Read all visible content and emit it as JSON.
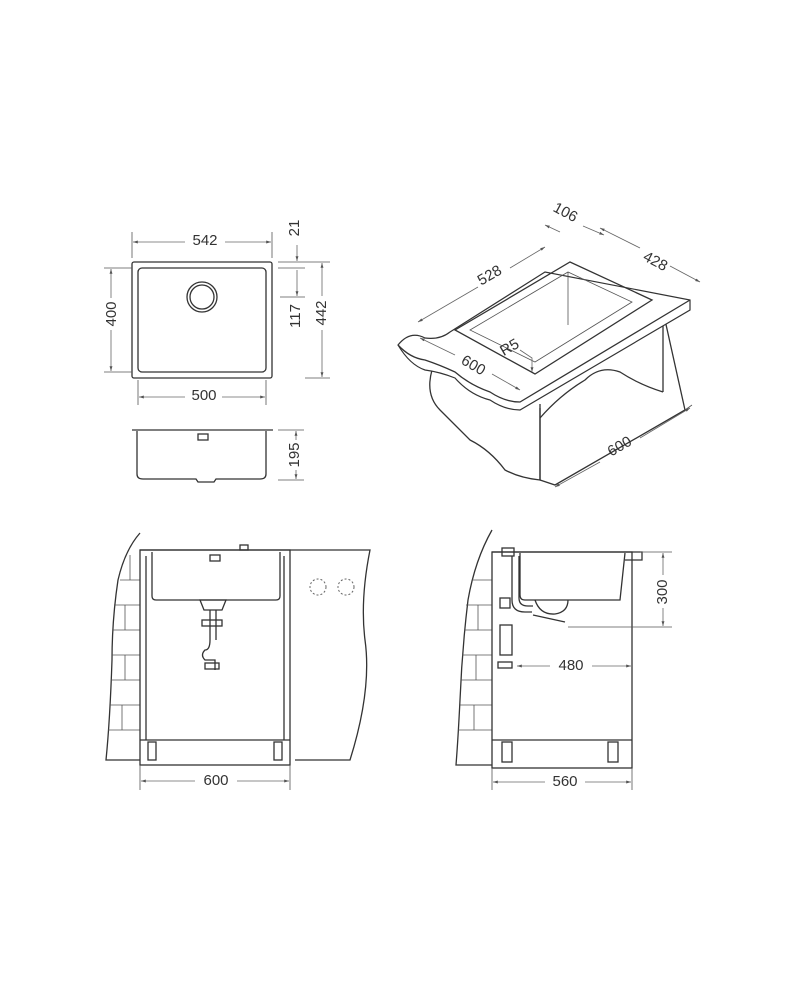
{
  "top_view": {
    "width_outer": "542",
    "width_inner": "500",
    "depth_inner": "400",
    "rim": "21",
    "drain_offset": "117",
    "depth_outer": "442"
  },
  "side_section": {
    "depth": "195"
  },
  "isometric": {
    "back_depth": "106",
    "top_length": "528",
    "side_length": "428",
    "front_length": "600",
    "radius": "R5",
    "cabinet_depth": "600"
  },
  "front_elevation": {
    "cabinet_width": "600"
  },
  "side_elevation": {
    "height": "300",
    "distance": "480",
    "cabinet_depth": "560"
  }
}
